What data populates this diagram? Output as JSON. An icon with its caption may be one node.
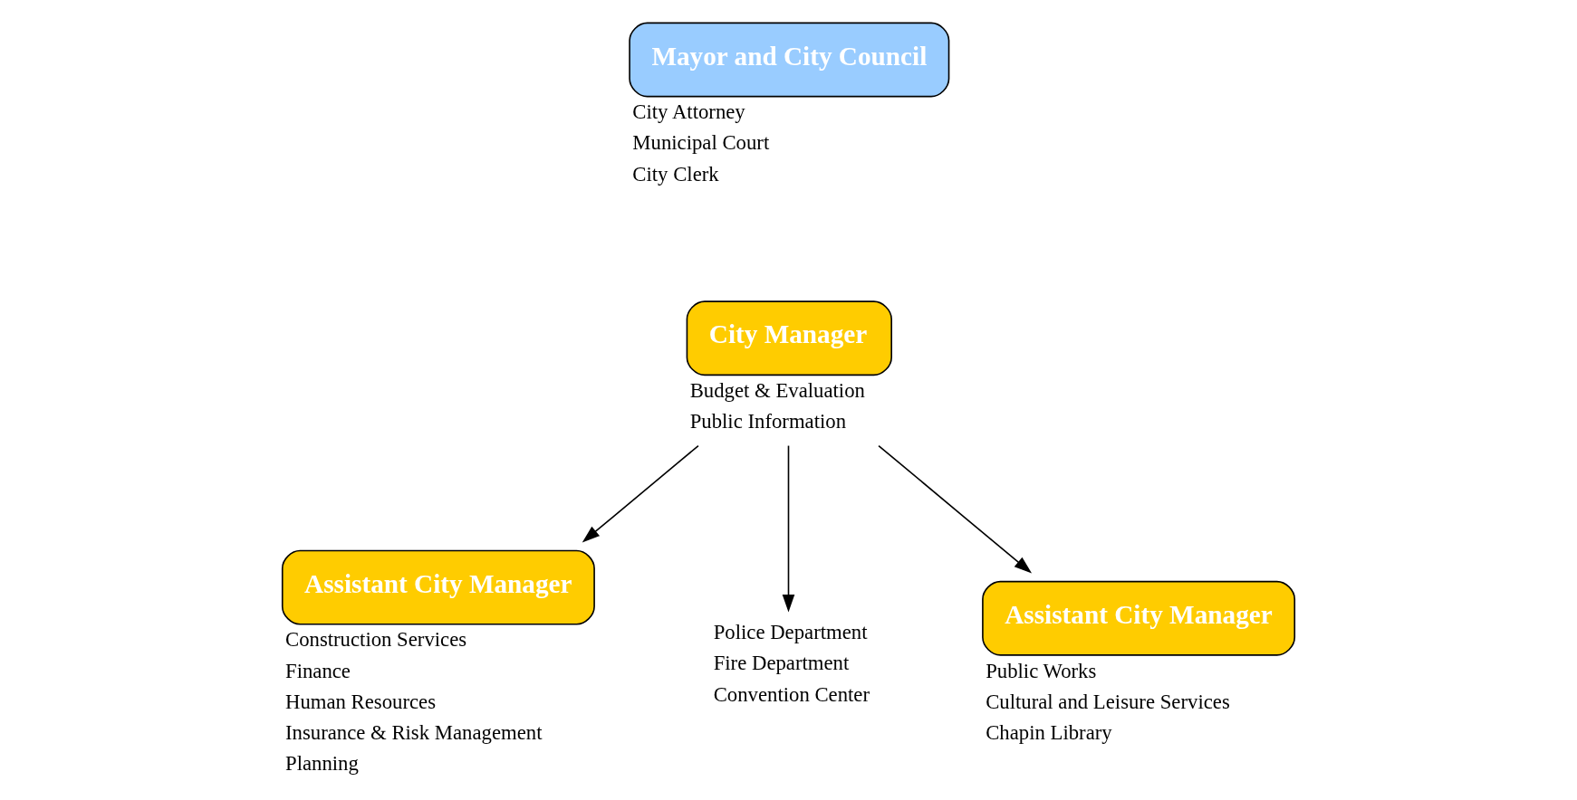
{
  "diagram": {
    "nodes": [
      {
        "text": [
          "Mayor and City Council"
        ],
        "beside": [
          "City Attorney",
          "Municipal Court",
          "City Clerk"
        ]
      },
      {
        "text": [
          "City Manager"
        ],
        "beside": [
          "Budget & Evaluation",
          "Public Information"
        ]
      },
      {
        "text": [
          "Assistant City Manager"
        ],
        "beside": [
          "Construction Services",
          "Finance",
          "Human Resources",
          "Insurance & Risk Management",
          "Planning"
        ]
      },
      {
        "text": [
          "Police Department",
          "Fire Department",
          "Convention Center"
        ]
      },
      {
        "text": [
          "Assistant City Manager"
        ],
        "beside": [
          "Public Works",
          "Cultural and Leisure Services",
          "Chapin Library"
        ]
      }
    ],
    "edges": [
      {
        "from": 1,
        "to": 2,
        "arrow": "to"
      },
      {
        "from": 1,
        "to": 3,
        "arrow": "to"
      },
      {
        "from": 1,
        "to": 4,
        "arrow": "to"
      }
    ]
  }
}
